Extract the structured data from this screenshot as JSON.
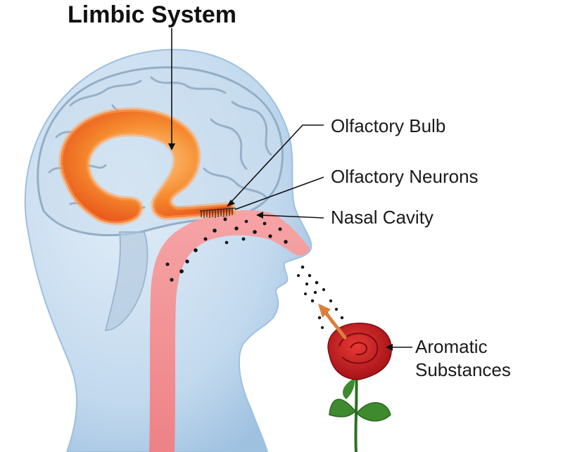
{
  "title": "Limbic System",
  "labels": {
    "olfactory_bulb": "Olfactory Bulb",
    "olfactory_neurons": "Olfactory Neurons",
    "nasal_cavity": "Nasal Cavity",
    "aromatic_line1": "Aromatic",
    "aromatic_line2": "Substances"
  },
  "colors": {
    "head": "#bcd6ec",
    "head_edge": "#8fb6d8",
    "limbic": "#f26a1b",
    "limbic_glow": "#ffb36b",
    "nasal": "#f08c90",
    "rose": "#c8161d",
    "leaf": "#3d8b2e",
    "arrow": "#d9813a"
  }
}
